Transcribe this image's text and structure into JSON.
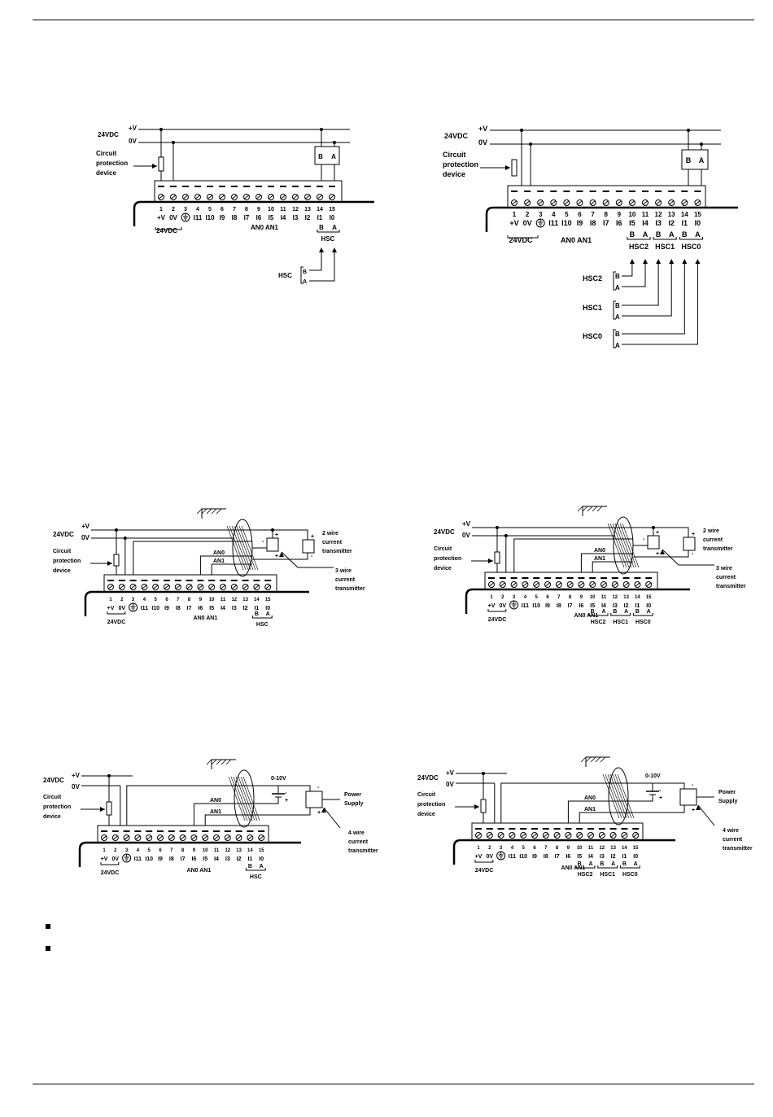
{
  "terminal_numbers": [
    "1",
    "2",
    "3",
    "4",
    "5",
    "6",
    "7",
    "8",
    "9",
    "10",
    "11",
    "12",
    "13",
    "14",
    "15"
  ],
  "labels_single_hsc": [
    "+V",
    "0V",
    "",
    "I11",
    "I10",
    "I9",
    "I8",
    "I7",
    "I6",
    "I5",
    "I4",
    "I3",
    "I2",
    "I1",
    "I0"
  ],
  "labels_multi_hsc": [
    "+V",
    "0V",
    "",
    "I11",
    "I10",
    "I9",
    "I8",
    "I7",
    "I6",
    "I5",
    "I4",
    "I3",
    "I2",
    "I1",
    "I0"
  ],
  "text": {
    "supply": "24VDC",
    "plus_v": "+V",
    "zero_v": "0V",
    "circuit_protection": [
      "Circuit",
      "protection",
      "device"
    ],
    "an_labels": "AN0 AN1",
    "an0": "AN0",
    "an1": "AN1",
    "hsc": "HSC",
    "hsc0": "HSC0",
    "hsc1": "HSC1",
    "hsc2": "HSC2",
    "b": "B",
    "a": "A",
    "two_wire": [
      "2 wire",
      "current",
      "transmitter"
    ],
    "three_wire": [
      "3 wire",
      "current",
      "transmitter"
    ],
    "four_wire": [
      "4 wire",
      "current",
      "transmitter"
    ],
    "zero_ten_v": "0-10V",
    "power_supply": [
      "Power",
      "Supply"
    ],
    "minus": "-",
    "plus": "+"
  },
  "bullets": [
    "",
    ""
  ]
}
